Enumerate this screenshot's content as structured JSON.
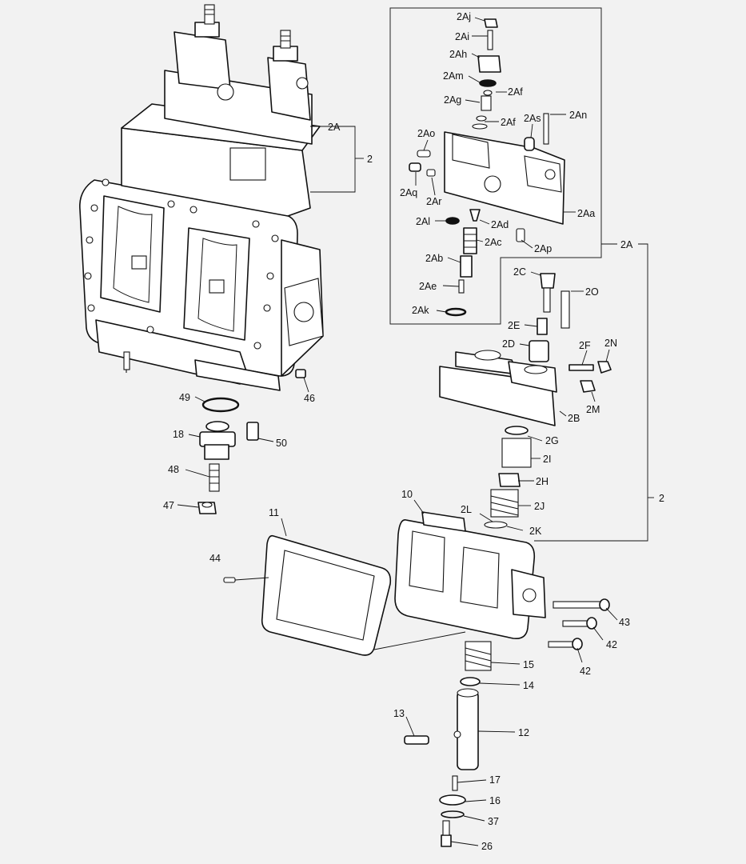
{
  "callouts": {
    "c2Aj": "2Aj",
    "c2Ai": "2Ai",
    "c2Ah": "2Ah",
    "c2Am": "2Am",
    "c2Af_a": "2Af",
    "c2Ag": "2Ag",
    "c2Af_b": "2Af",
    "c2As": "2As",
    "c2An": "2An",
    "c2Ao": "2Ao",
    "c2Aq": "2Aq",
    "c2Ar": "2Ar",
    "c2Aa": "2Aa",
    "c2Al": "2Al",
    "c2Ad": "2Ad",
    "c2Ac": "2Ac",
    "c2Ap": "2Ap",
    "c2Ab": "2Ab",
    "c2Ae": "2Ae",
    "c2Ak": "2Ak",
    "c2A_top": "2A",
    "c2_top": "2",
    "c2A_right": "2A",
    "c2C": "2C",
    "c2O": "2O",
    "c2E": "2E",
    "c2D": "2D",
    "c2F": "2F",
    "c2N": "2N",
    "c2M": "2M",
    "c2B": "2B",
    "c2G": "2G",
    "c2I": "2I",
    "c2H": "2H",
    "c2J": "2J",
    "c2K": "2K",
    "c2L": "2L",
    "c2_right": "2",
    "c10": "10",
    "c11": "11",
    "c44": "44",
    "c43": "43",
    "c42_a": "42",
    "c42_b": "42",
    "c15": "15",
    "c14": "14",
    "c13": "13",
    "c12": "12",
    "c17": "17",
    "c16": "16",
    "c37": "37",
    "c26": "26",
    "c46": "46",
    "c49": "49",
    "c18": "18",
    "c50": "50",
    "c48": "48",
    "c47": "47"
  }
}
